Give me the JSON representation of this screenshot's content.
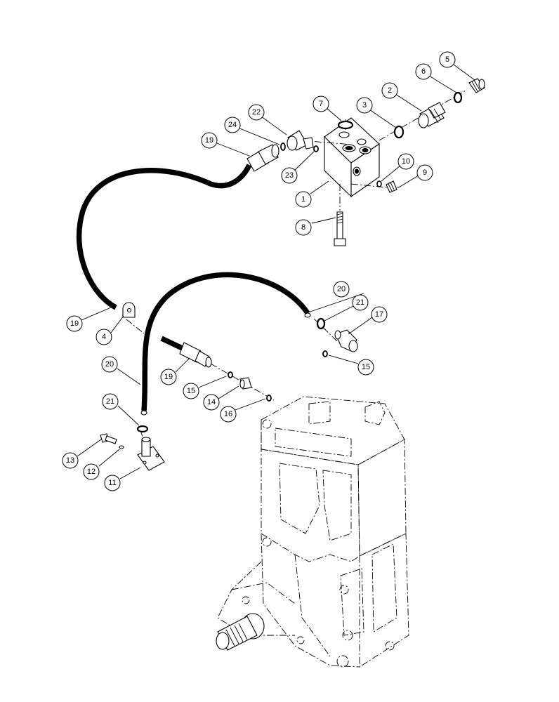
{
  "callouts": [
    {
      "id": "c1",
      "label": "1"
    },
    {
      "id": "c2",
      "label": "2"
    },
    {
      "id": "c3",
      "label": "3"
    },
    {
      "id": "c4",
      "label": "4"
    },
    {
      "id": "c5",
      "label": "5"
    },
    {
      "id": "c6",
      "label": "6"
    },
    {
      "id": "c7",
      "label": "7"
    },
    {
      "id": "c8",
      "label": "8"
    },
    {
      "id": "c9",
      "label": "9"
    },
    {
      "id": "c10",
      "label": "10"
    },
    {
      "id": "c11",
      "label": "11"
    },
    {
      "id": "c12",
      "label": "12"
    },
    {
      "id": "c13",
      "label": "13"
    },
    {
      "id": "c14",
      "label": "14"
    },
    {
      "id": "c15a",
      "label": "15"
    },
    {
      "id": "c15b",
      "label": "15"
    },
    {
      "id": "c16",
      "label": "16"
    },
    {
      "id": "c17",
      "label": "17"
    },
    {
      "id": "c19a",
      "label": "19"
    },
    {
      "id": "c19b",
      "label": "19"
    },
    {
      "id": "c19c",
      "label": "19"
    },
    {
      "id": "c20a",
      "label": "20"
    },
    {
      "id": "c20b",
      "label": "20"
    },
    {
      "id": "c21a",
      "label": "21"
    },
    {
      "id": "c21b",
      "label": "21"
    },
    {
      "id": "c22",
      "label": "22"
    },
    {
      "id": "c23",
      "label": "23"
    },
    {
      "id": "c24",
      "label": "24"
    }
  ]
}
